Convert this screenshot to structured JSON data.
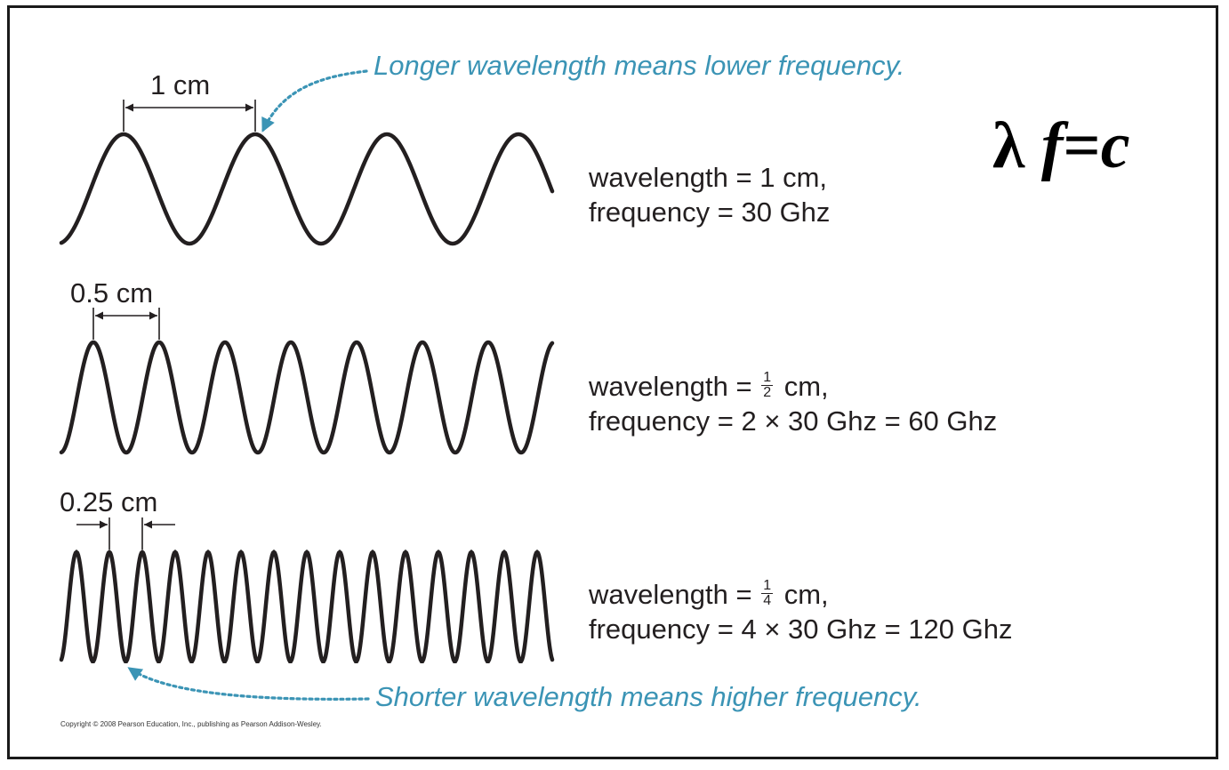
{
  "equation": {
    "lambda": "λ",
    "f": "f",
    "equals": "=",
    "c": "c"
  },
  "notes": {
    "top": "Longer wavelength means lower frequency.",
    "bottom": "Shorter wavelength means higher frequency.",
    "color": "#3b94b5"
  },
  "waves": [
    {
      "dimension_label": "1 cm",
      "wavelength_prefix": "wavelength =",
      "wavelength_value": "1",
      "wavelength_unit": "cm,",
      "frequency_text": "frequency = 30 Ghz",
      "wavelength_cm": 1,
      "frequency_ghz": 30
    },
    {
      "dimension_label": "0.5 cm",
      "wavelength_prefix": "wavelength =",
      "wavelength_fraction": {
        "numerator": "1",
        "denominator": "2"
      },
      "wavelength_unit": "cm,",
      "frequency_text": "frequency = 2 × 30 Ghz = 60 Ghz",
      "wavelength_cm": 0.5,
      "frequency_ghz": 60
    },
    {
      "dimension_label": "0.25 cm",
      "wavelength_prefix": "wavelength =",
      "wavelength_fraction": {
        "numerator": "1",
        "denominator": "4"
      },
      "wavelength_unit": "cm,",
      "frequency_text": "frequency = 4 × 30 Ghz = 120 Ghz",
      "wavelength_cm": 0.25,
      "frequency_ghz": 120
    }
  ],
  "copyright": "Copyright © 2008 Pearson Education, Inc., publishing as Pearson Addison-Wesley."
}
